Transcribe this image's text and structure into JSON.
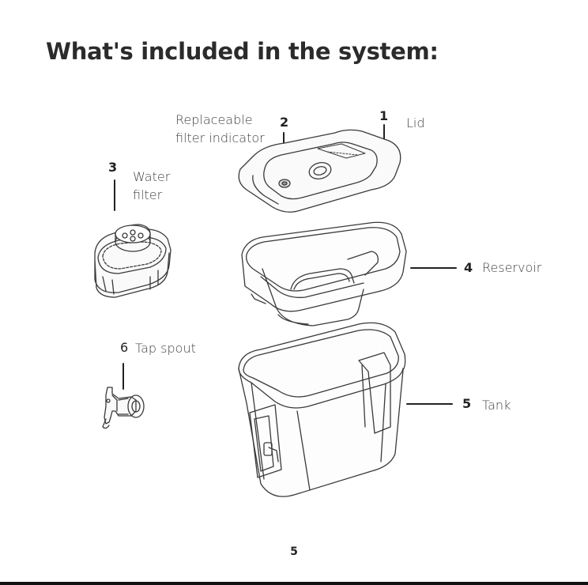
{
  "page": {
    "title": "What's included in the system:",
    "page_number": "5"
  },
  "parts": [
    {
      "number": "1",
      "label": "Lid"
    },
    {
      "number": "2",
      "label_line1": "Replaceable",
      "label_line2": "filter indicator"
    },
    {
      "number": "3",
      "label_line1": "Water",
      "label_line2": "filter"
    },
    {
      "number": "4",
      "label": "Reservoir"
    },
    {
      "number": "5",
      "label": "Tank"
    },
    {
      "number": "6",
      "label": "Tap spout"
    }
  ],
  "colors": {
    "line": "#3a3a3a",
    "text": "#444444"
  }
}
